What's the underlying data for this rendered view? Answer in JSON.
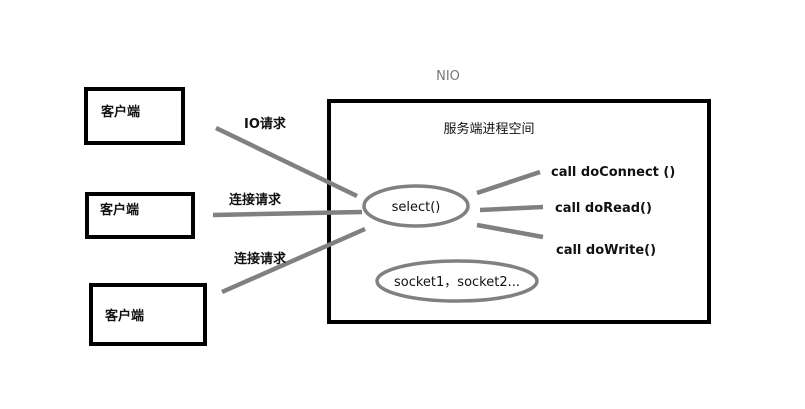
{
  "title": "NIO",
  "server": {
    "label": "服务端进程空间",
    "selector": "select()",
    "sockets": "socket1，socket2..."
  },
  "clients": [
    {
      "label": "客户端",
      "request": "IO请求"
    },
    {
      "label": "客户端",
      "request": "连接请求"
    },
    {
      "label": "客户端",
      "request": "连接请求"
    }
  ],
  "calls": [
    "call doConnect  ()",
    "call doRead()",
    "call doWrite()"
  ],
  "colors": {
    "border": "#000000",
    "line": "#808080",
    "title": "#777777"
  }
}
